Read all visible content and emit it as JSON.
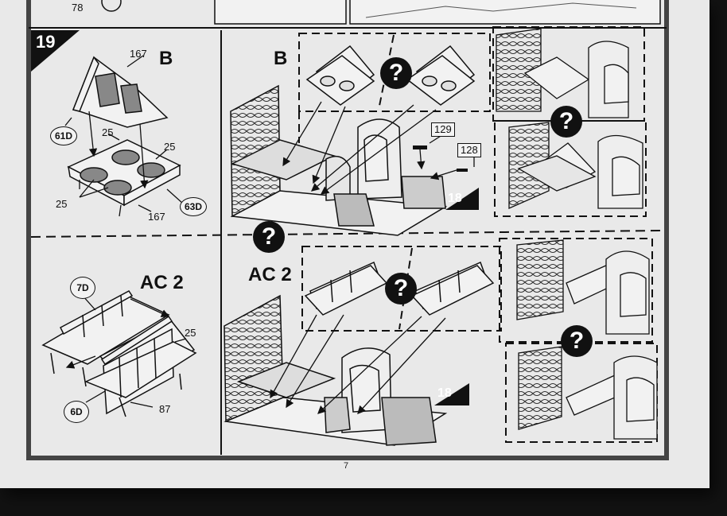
{
  "top_strip": {
    "part_78": "78"
  },
  "step": {
    "number": "19"
  },
  "panel_b": {
    "letter_left": "B",
    "letter_right": "B",
    "part_167_top": "167",
    "part_167_bottom": "167",
    "part_25_a": "25",
    "part_25_b": "25",
    "part_25_c": "25",
    "callout_61d": "61D",
    "callout_63d": "63D",
    "box_129": "129",
    "box_128": "128",
    "ref_18": "18"
  },
  "panel_ac2": {
    "label_left": "AC 2",
    "label_right": "AC 2",
    "callout_7d": "7D",
    "callout_6d": "6D",
    "part_25": "25",
    "part_87": "87",
    "ref_18": "18"
  },
  "question_marks": [
    "?",
    "?",
    "?",
    "?",
    "?"
  ],
  "footer": {
    "page_number": "7"
  }
}
